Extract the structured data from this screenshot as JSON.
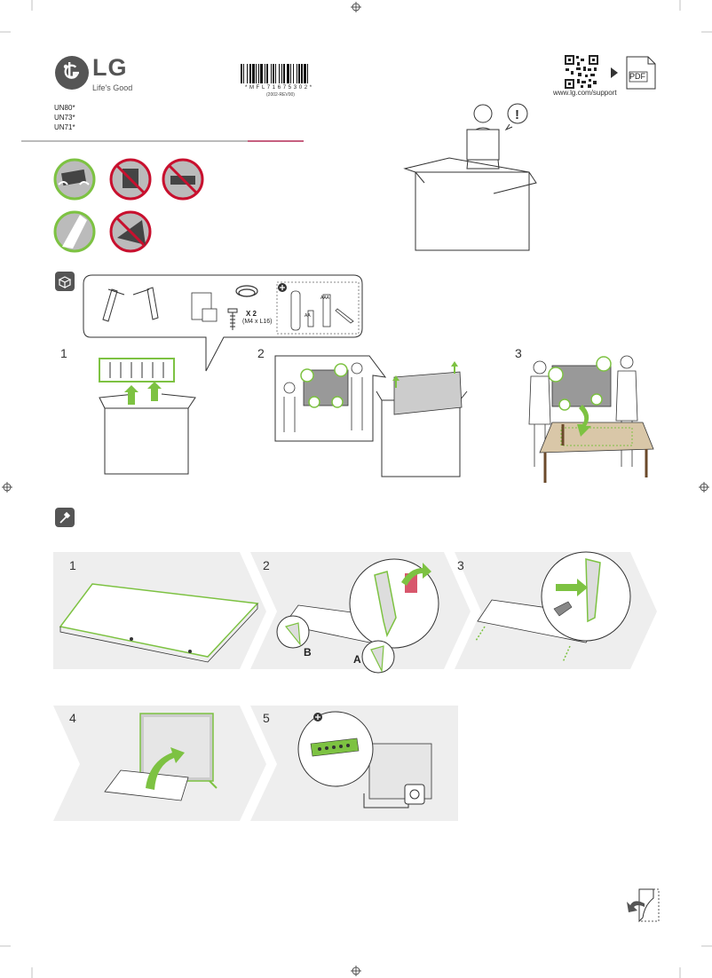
{
  "brand": {
    "logo_text": "LG",
    "tagline": "Life's Good"
  },
  "barcode": {
    "code": "* M F L 7 1 6 7 5 3 0 2 *",
    "revision": "(2002-REV00)"
  },
  "support": {
    "url": "www.lg.com/support",
    "pdf_label": "PDF"
  },
  "models": [
    "UN80*",
    "UN73*",
    "UN71*"
  ],
  "parts": {
    "screw_qty": "X 2",
    "screw_size": "(M4 x L16)",
    "battery_aa": "AA",
    "battery_aaa": "AAA"
  },
  "unpack_steps": [
    "1",
    "2",
    "3"
  ],
  "assembly_steps": [
    "1",
    "2",
    "3",
    "4",
    "5"
  ],
  "stand_labels": {
    "a": "A",
    "b": "B"
  },
  "colors": {
    "accent_green": "#7dc242",
    "warning_red": "#c8102e",
    "lg_red": "#a50034"
  }
}
